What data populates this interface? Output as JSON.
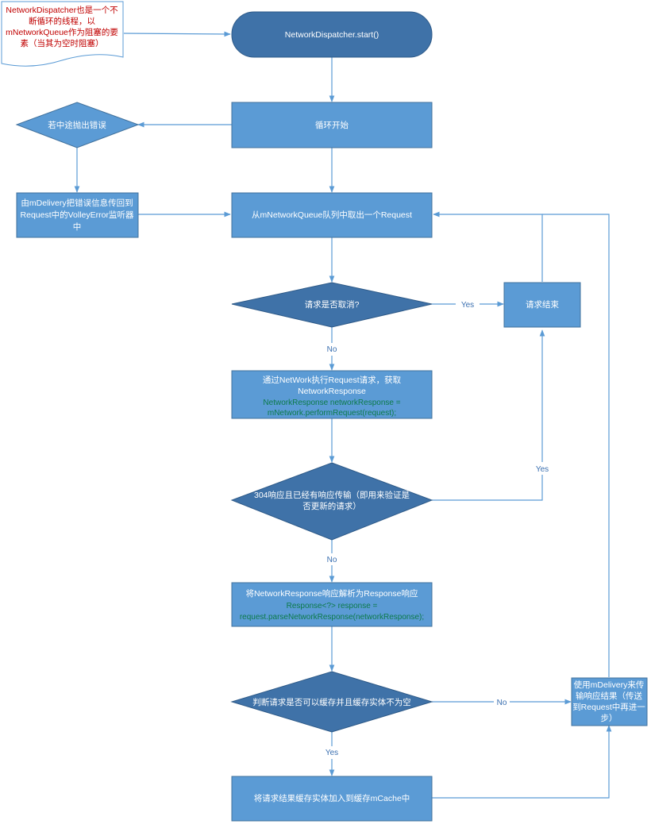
{
  "diagram": {
    "note": {
      "lines": [
        "NetworkDispatcher也是一个不",
        "断循环的线程，以",
        "mNetworkQueue作为阻塞的要",
        "素（当其为空时阻塞）"
      ]
    },
    "start": "NetworkDispatcher.start()",
    "loop_start": "循环开始",
    "error_decision": "若中途抛出错误",
    "error_delivery": {
      "lines": [
        "由mDelivery把错误信息传回到",
        "Request中的VolleyError监听器",
        "中"
      ]
    },
    "take_request": "从mNetworkQueue队列中取出一个Request",
    "cancel_decision": "请求是否取消?",
    "request_end": "请求结束",
    "perform_request": {
      "lines": [
        "通过NetWork执行Request请求，获取",
        "NetworkResponse"
      ],
      "code_lines": [
        "NetworkResponse networkResponse =",
        "mNetwork.performRequest(request);"
      ]
    },
    "not_modified_decision": {
      "lines": [
        "304响应且已经有响应传输（即用来验证是",
        "否更新的请求）"
      ]
    },
    "parse_response": {
      "lines": [
        "将NetworkResponse响应解析为Response响应"
      ],
      "code_lines": [
        "Response<?> response =",
        "request.parseNetworkResponse(networkResponse);"
      ]
    },
    "cache_decision": "判断请求是否可以缓存并且缓存实体不为空",
    "deliver_response": {
      "lines": [
        "使用mDelivery来传",
        "输响应结果（传送",
        "到Request中再进一",
        "步）"
      ]
    },
    "write_cache": "将请求结果缓存实体加入到缓存mCache中",
    "edge_labels": {
      "cancel_yes": "Yes",
      "cancel_no": "No",
      "not_modified_yes": "Yes",
      "not_modified_no": "No",
      "cache_no": "No",
      "cache_yes": "Yes"
    }
  },
  "colors": {
    "node_fill": "#5b9bd5",
    "node_stroke": "#41719c",
    "start_fill": "#3f72a8",
    "edge": "#5b9bd5",
    "note_text": "#c00000",
    "code_text": "#0c7a4a"
  }
}
